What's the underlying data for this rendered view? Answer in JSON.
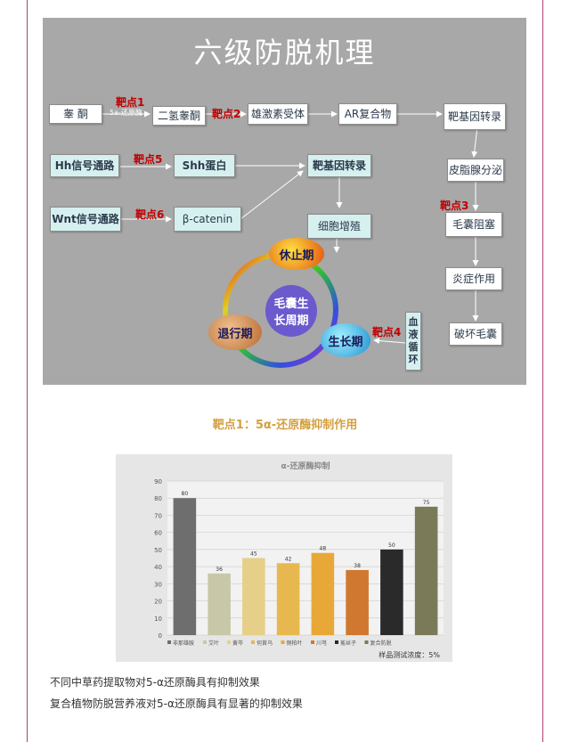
{
  "diagram": {
    "title": "六级防脱机理",
    "nodes": {
      "testosterone": "睾 酮",
      "dht": "二氢睾酮",
      "androgen_receptor": "雄激素受体",
      "ar_complex": "AR复合物",
      "target_gene_right": "靶基因转录",
      "sebum": "皮脂腺分泌",
      "follicle_block": "毛囊阻塞",
      "inflammation": "炎症作用",
      "follicle_destroy": "破坏毛囊",
      "hh": "Hh信号通路",
      "shh": "Shh蛋白",
      "target_gene_center": "靶基因转录",
      "wnt": "Wnt信号通路",
      "beta_catenin": "β-catenin",
      "proliferation": "细胞增殖",
      "blood": "血\n液\n循\n环"
    },
    "enzyme_label": "5a-还原酶",
    "targets": {
      "t1": "靶点1",
      "t2": "靶点2",
      "t3": "靶点3",
      "t4": "靶点4",
      "t5": "靶点5",
      "t6": "靶点6"
    },
    "cycle": {
      "center": "毛囊生\n长周期",
      "rest": "休止期",
      "growth": "生长期",
      "regression": "退行期"
    }
  },
  "section_heading": "靶点1：5α-还原酶抑制作用",
  "chart_data": {
    "type": "bar",
    "title": "α-还原酶抑制",
    "categories": [
      "非那雄胺",
      "艾叶",
      "黄芩",
      "何首乌",
      "侧柏叶",
      "川芎",
      "菟丝子",
      "复合防脱"
    ],
    "values": [
      80,
      36,
      45,
      42,
      48,
      38,
      50,
      75
    ],
    "colors": [
      "#6e6e6e",
      "#c8c8a8",
      "#e6cf88",
      "#e8b850",
      "#e8a838",
      "#d07830",
      "#2a2a2a",
      "#7a7a58"
    ],
    "ylim": [
      0,
      90
    ],
    "yticks": [
      0,
      10,
      20,
      30,
      40,
      50,
      60,
      70,
      80,
      90
    ],
    "legend_position": "bottom",
    "note": "样品测试浓度：5%"
  },
  "captions": [
    "不同中草药提取物对5-α还原酶具有抑制效果",
    "复合植物防脱营养液对5-α还原酶具有显著的抑制效果"
  ]
}
